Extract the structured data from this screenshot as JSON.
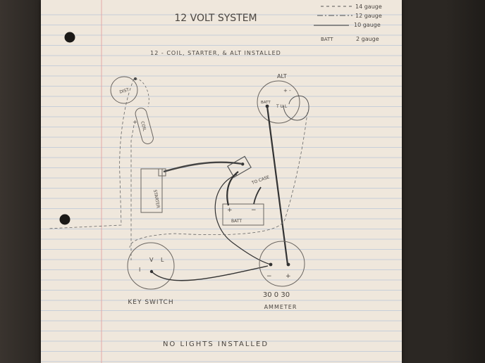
{
  "title": "12 VOLT SYSTEM",
  "subtitle": "12 - COIL, STARTER, & ALT INSTALLED",
  "legend": {
    "items": [
      {
        "style": "dashed",
        "label": "14 gauge"
      },
      {
        "style": "dash-dot",
        "label": "12 gauge"
      },
      {
        "style": "solid",
        "label": "10 gauge"
      },
      {
        "style": "battery",
        "left": "BATT",
        "label": "2 gauge"
      }
    ]
  },
  "components": {
    "dist": "DIST",
    "coil": "COIL",
    "starter": "STARTER",
    "alt": "ALT",
    "alt_terminals": "+ -",
    "alt_batt": "BATT",
    "alt_lower": "T U L",
    "batt": "BATT",
    "batt_plus": "+",
    "batt_minus": "−",
    "to_case": "TO CASE",
    "ammeter": "AMMETER",
    "ammeter_scale": "30  0  30",
    "ammeter_minus": "−",
    "ammeter_plus": "+",
    "keyswitch": "KEY SWITCH",
    "coil_plus": "+",
    "key_i": "I",
    "key_v": "V",
    "key_l": "L"
  },
  "footer": "NO LIGHTS INSTALLED"
}
